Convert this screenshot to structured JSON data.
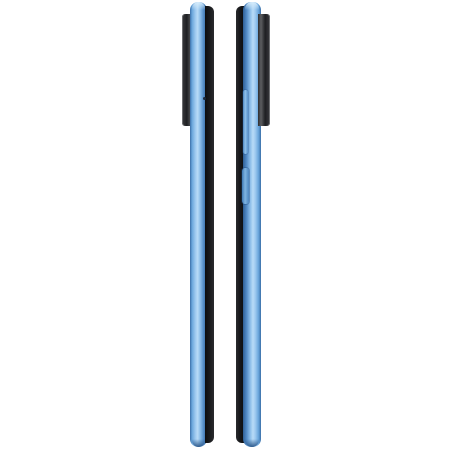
{
  "image": {
    "subject": "smartphone-side-views",
    "colors": {
      "background": "#ffffff",
      "frame_blue": "#86b9e6",
      "frame_highlight": "#b8dbf7",
      "frame_shadow": "#2f5f95",
      "glass_black": "#0c0d0f",
      "camera_bump": "#2c2d30"
    },
    "views": [
      {
        "side": "left",
        "icon": "phone-side-icon"
      },
      {
        "side": "right",
        "icon": "phone-side-icon"
      }
    ]
  }
}
